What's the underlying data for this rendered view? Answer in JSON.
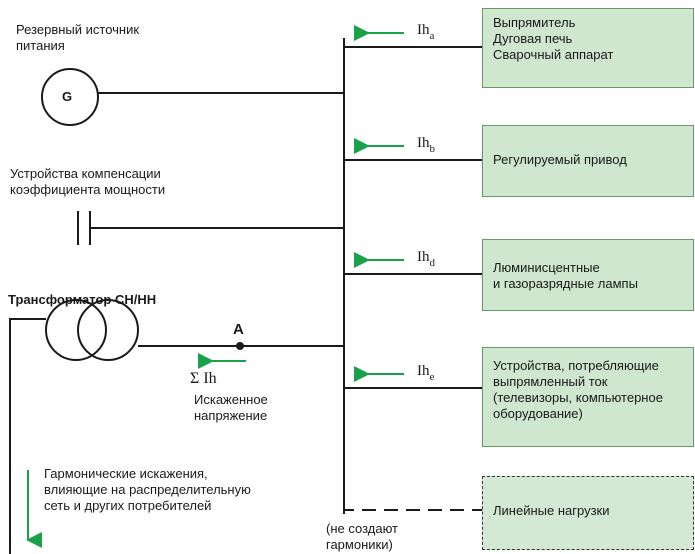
{
  "source": {
    "label_lines": [
      "Резервный источник",
      "питания"
    ],
    "generator_symbol": "G"
  },
  "capacitor": {
    "label_lines": [
      "Устройства компенсации",
      "коэффициента мощности"
    ]
  },
  "transformer": {
    "label": "Трансформатор СН/НН"
  },
  "point": {
    "label": "A",
    "sum_current": "Σ Ih",
    "voltage_lines": [
      "Искаженное",
      "напряжение"
    ]
  },
  "distortion_note": {
    "lines": [
      "Гармонические искажения,",
      "влияющие на распределительную",
      "сеть и других потребителей"
    ]
  },
  "loads": [
    {
      "current": "Ih",
      "subscript": "a",
      "lines": [
        "Выпрямитель",
        "Дуговая печь",
        "Сварочный аппарат"
      ]
    },
    {
      "current": "Ih",
      "subscript": "b",
      "lines": [
        "Регулируемый привод"
      ]
    },
    {
      "current": "Ih",
      "subscript": "d",
      "lines": [
        "Люминисцентные",
        "и газоразрядные лампы"
      ]
    },
    {
      "current": "Ih",
      "subscript": "e",
      "lines": [
        "Устройства, потребляющие",
        "выпрямленный ток",
        "(телевизоры, компьютерное",
        "оборудование)"
      ]
    }
  ],
  "linear_load": {
    "label": "Линейные нагрузки",
    "note_lines": [
      "(не создают",
      "гармоники)"
    ]
  },
  "colors": {
    "arrow": "#1aa24a",
    "box_fill": "#cfe6cf",
    "line": "#1a1a1a"
  }
}
